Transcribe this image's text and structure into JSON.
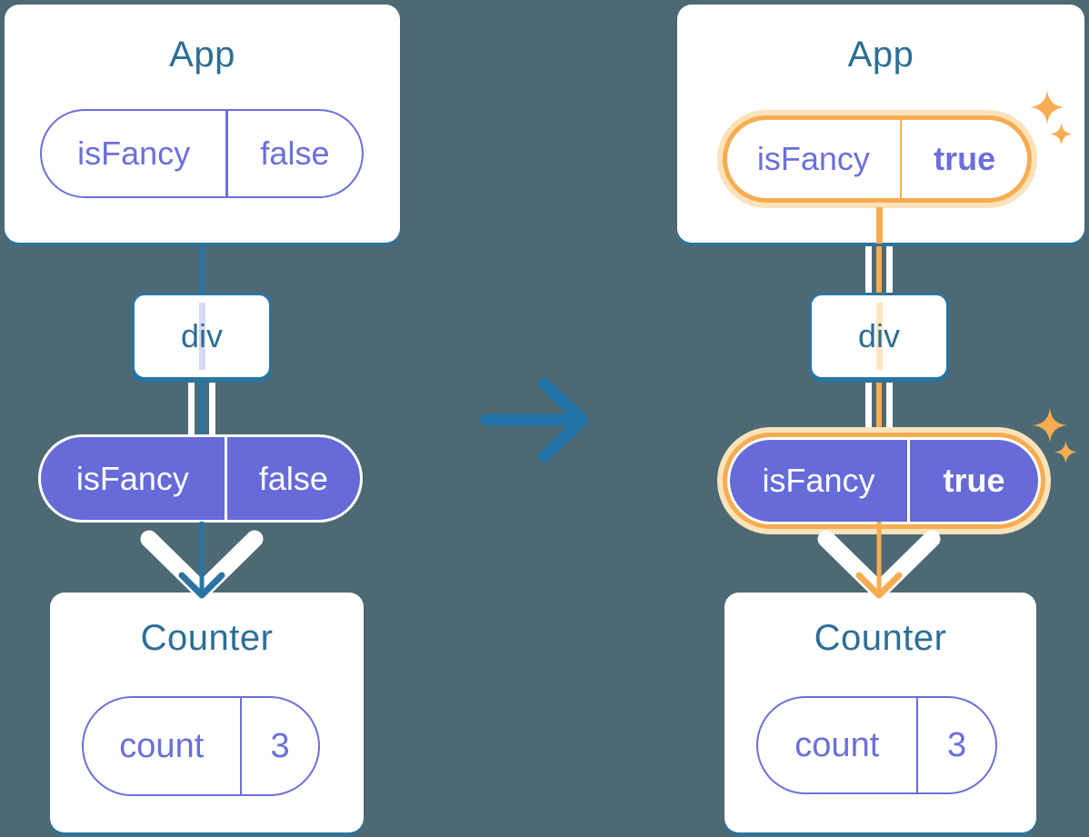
{
  "colors": {
    "background": "#4d6a74",
    "accent_teal": "#2a74a4",
    "title_teal": "#2d6e96",
    "purple": "#6b6fdb",
    "purple_fill": "#666bd8",
    "lavender_trace": "#d6daf6",
    "orange": "#f7ac51",
    "orange_glow": "#fbe2ba",
    "peach_trace": "#fde6c4",
    "box_shadow_c": "#2e7398"
  },
  "icons": {
    "transition": "arrow-right",
    "highlight": "sparkles",
    "flow": "arrow-down"
  },
  "before": {
    "app": {
      "title": "App",
      "state_key": "isFancy",
      "state_value": "false"
    },
    "div": {
      "title": "div"
    },
    "prop": {
      "key": "isFancy",
      "value": "false"
    },
    "counter": {
      "title": "Counter",
      "state_key": "count",
      "state_value": "3"
    }
  },
  "after": {
    "app": {
      "title": "App",
      "state_key": "isFancy",
      "state_value": "true"
    },
    "div": {
      "title": "div"
    },
    "prop": {
      "key": "isFancy",
      "value": "true"
    },
    "counter": {
      "title": "Counter",
      "state_key": "count",
      "state_value": "3"
    }
  }
}
